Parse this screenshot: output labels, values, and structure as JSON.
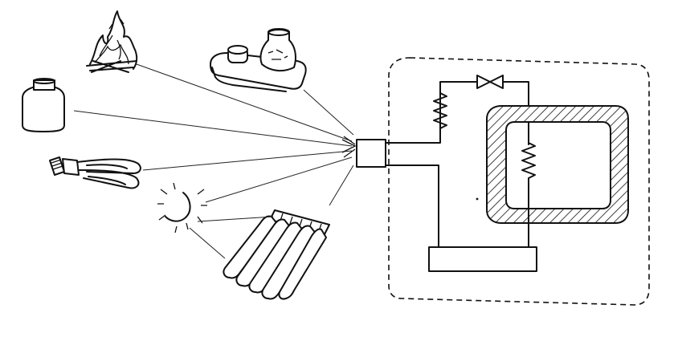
{
  "diagram": {
    "kind": "schematic-illustration",
    "ink_color": "#111111",
    "background_color": "#ffffff",
    "energy_sources": [
      "fire-icon",
      "stove-burner-icon",
      "jar-icon",
      "compact-fluorescent-bulb-icon",
      "sun-icon",
      "solar-collector-tubes-icon"
    ],
    "system": [
      "receiver-block",
      "upper-pipe",
      "lower-pipe",
      "expansion-valve-icon",
      "condenser-coil",
      "evaporator-coil",
      "insulated-cold-chamber",
      "base-reservoir",
      "system-boundary"
    ]
  }
}
